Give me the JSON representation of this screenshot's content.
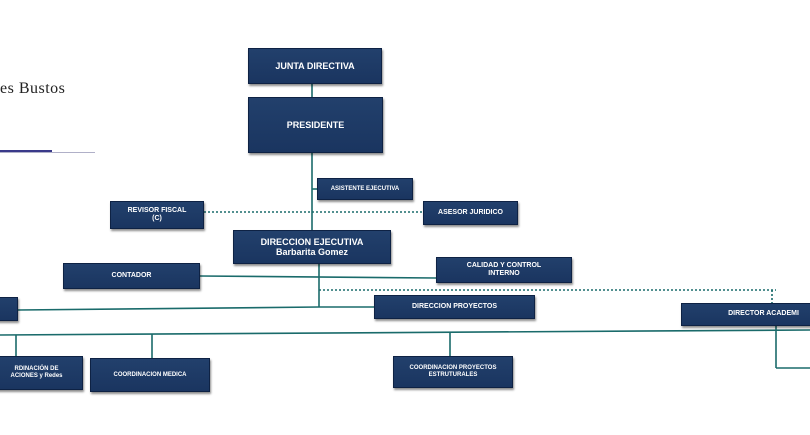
{
  "logo": {
    "text": "es Bustos"
  },
  "nodes": {
    "junta": {
      "label": "JUNTA  DIRECTIVA"
    },
    "presidente": {
      "label": "PRESIDENTE"
    },
    "asistente": {
      "label": "ASISTENTE EJECUTIVA"
    },
    "revisor": {
      "line1": "REVISOR FISCAL",
      "line2": "(C)"
    },
    "asesor": {
      "label": "ASESOR JURIDICO"
    },
    "direccion_ejecutiva": {
      "line1": "DIRECCION  EJECUTIVA",
      "line2": "Barbarita Gomez"
    },
    "contador": {
      "label": "CONTADOR"
    },
    "calidad": {
      "line1": "CALIDAD Y CONTROL",
      "line2": "INTERNO"
    },
    "direccion_proyectos": {
      "label": "DIRECCION PROYECTOS"
    },
    "director_academico": {
      "label": "DIRECTOR  ACADEMI"
    },
    "coord_comunicaciones": {
      "line1": "RDINACIÓN DE",
      "line2": "ACIONES    y Redes"
    },
    "coord_medica": {
      "label": "COORDINACION MEDICA"
    },
    "coord_proyectos": {
      "line1": "COORDINACION  PROYECTOS",
      "line2": "ESTRUTURALES"
    }
  },
  "colors": {
    "box": "#1f3b66",
    "connector": "#1a6b6b"
  }
}
